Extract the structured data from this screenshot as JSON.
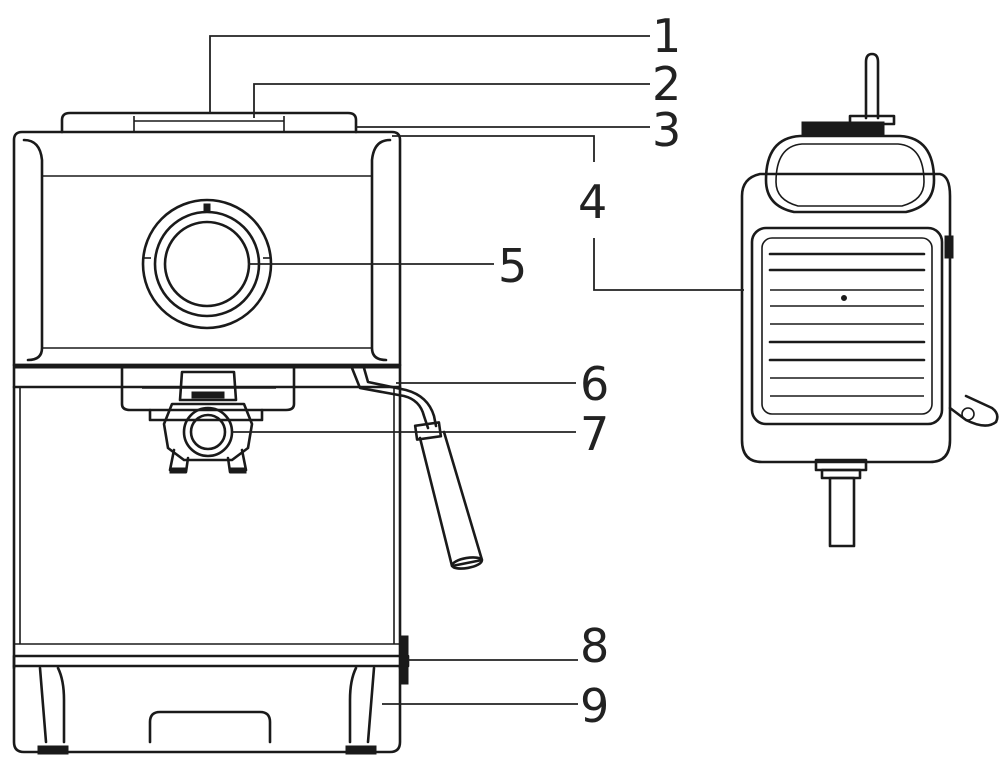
{
  "diagram": {
    "colors": {
      "line": "#1a1a1a",
      "background": "#ffffff"
    },
    "callouts": [
      {
        "id": "1",
        "label": "1"
      },
      {
        "id": "2",
        "label": "2"
      },
      {
        "id": "3",
        "label": "3"
      },
      {
        "id": "4",
        "label": "4"
      },
      {
        "id": "5",
        "label": "5"
      },
      {
        "id": "6",
        "label": "6"
      },
      {
        "id": "7",
        "label": "7"
      },
      {
        "id": "8",
        "label": "8"
      },
      {
        "id": "9",
        "label": "9"
      }
    ]
  }
}
